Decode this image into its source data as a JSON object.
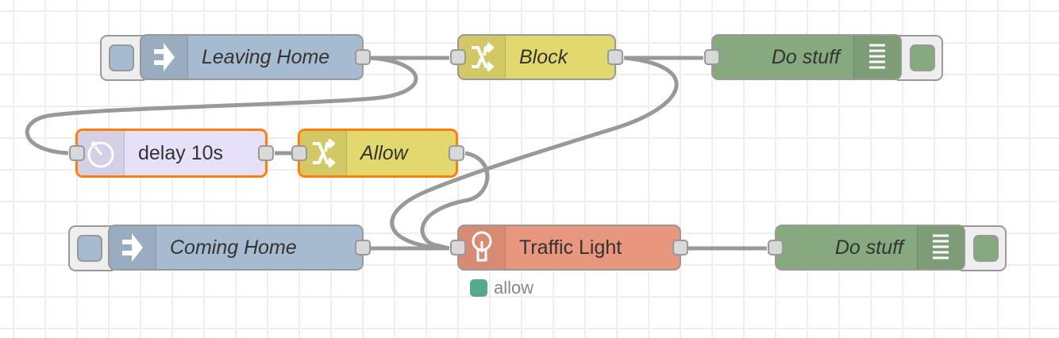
{
  "nodes": {
    "leaving_home": {
      "label": "Leaving Home",
      "type": "inject"
    },
    "block": {
      "label": "Block",
      "type": "change"
    },
    "do_stuff_1": {
      "label": "Do stuff",
      "type": "debug"
    },
    "delay": {
      "label": "delay 10s",
      "type": "delay"
    },
    "allow": {
      "label": "Allow",
      "type": "change"
    },
    "coming_home": {
      "label": "Coming Home",
      "type": "inject"
    },
    "traffic_light": {
      "label": "Traffic Light",
      "type": "function",
      "status": "allow"
    },
    "do_stuff_2": {
      "label": "Do stuff",
      "type": "debug"
    }
  },
  "colors": {
    "inject": "#a6bbcf",
    "change": "#e2d96e",
    "debug": "#87a980",
    "delay": "#e6e0f8",
    "traffic_light": "#e8967d",
    "selected": "#ff7f0e",
    "status": "#55aa88"
  }
}
